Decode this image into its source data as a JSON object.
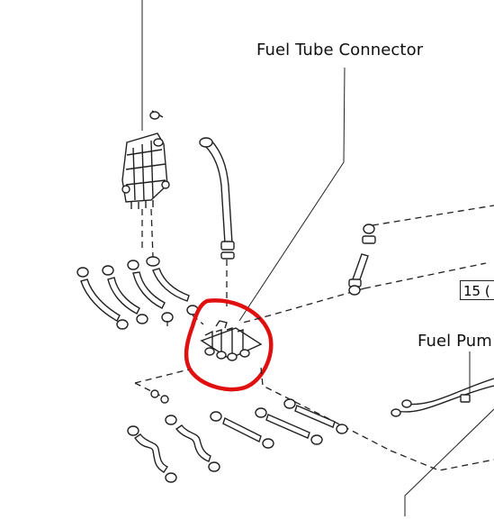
{
  "diagram": {
    "label_connector": "Fuel Tube Connector",
    "label_fuel_pump": "Fuel Pum",
    "ref_code": "15 (",
    "highlight_color": "#e01010",
    "line_color": "#2a2a2a"
  }
}
